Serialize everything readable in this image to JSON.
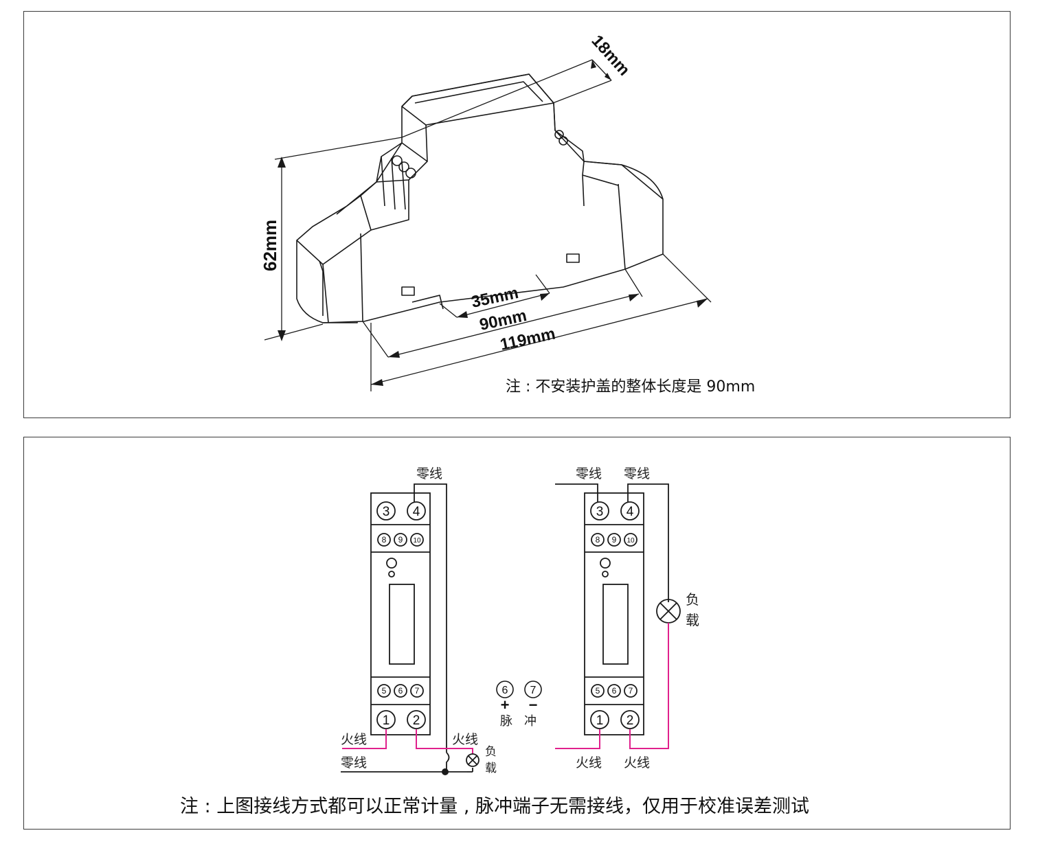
{
  "dimensions": {
    "width": "18mm",
    "height": "62mm",
    "rail": "35mm",
    "body_length": "90mm",
    "total_length": "119mm"
  },
  "notes": {
    "top": "注 : 不安装护盖的整体长度是 90mm",
    "bottom": "注 : 上图接线方式都可以正常计量 , 脉冲端子无需接线，仅用于校准误差测试"
  },
  "wiring": {
    "labels": {
      "neutral": "零线",
      "live": "火线",
      "load_top": "负",
      "load_bottom": "载",
      "pulse_1": "脉",
      "pulse_2": "冲",
      "plus": "+",
      "minus": "−"
    },
    "terminals": {
      "t1": "1",
      "t2": "2",
      "t3": "3",
      "t4": "4",
      "t5": "5",
      "t6": "6",
      "t7": "7",
      "t8": "8",
      "t9": "9",
      "t10": "10"
    }
  },
  "colors": {
    "live_wire": "#e0208c",
    "line": "#1a1a1a"
  }
}
